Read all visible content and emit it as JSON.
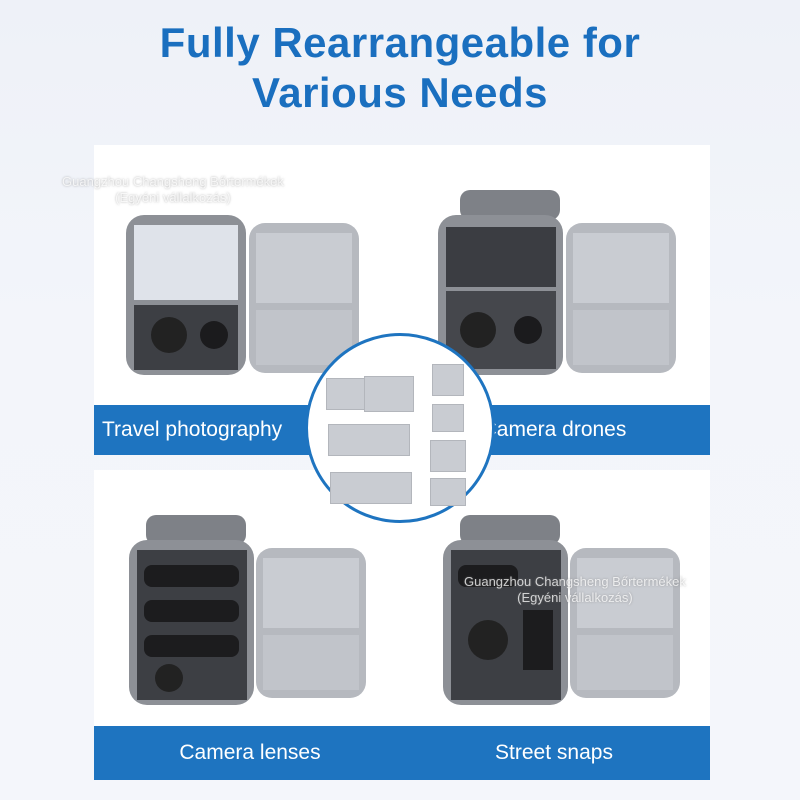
{
  "title": {
    "line1": "Fully Rearrangeable for",
    "line2": "Various Needs"
  },
  "panels": [
    {
      "label": "Travel photography"
    },
    {
      "label": "Camera drones"
    },
    {
      "label": "Camera lenses"
    },
    {
      "label": "Street snaps"
    }
  ],
  "watermark": {
    "line1": "Guangzhou Changsheng Bőrtermékek",
    "line2": "(Egyéni vállalkozás)"
  },
  "colors": {
    "accent": "#1e74c0",
    "title": "#1a6fbf",
    "bag": "#8d9096",
    "divider": "#c9ccd2"
  }
}
